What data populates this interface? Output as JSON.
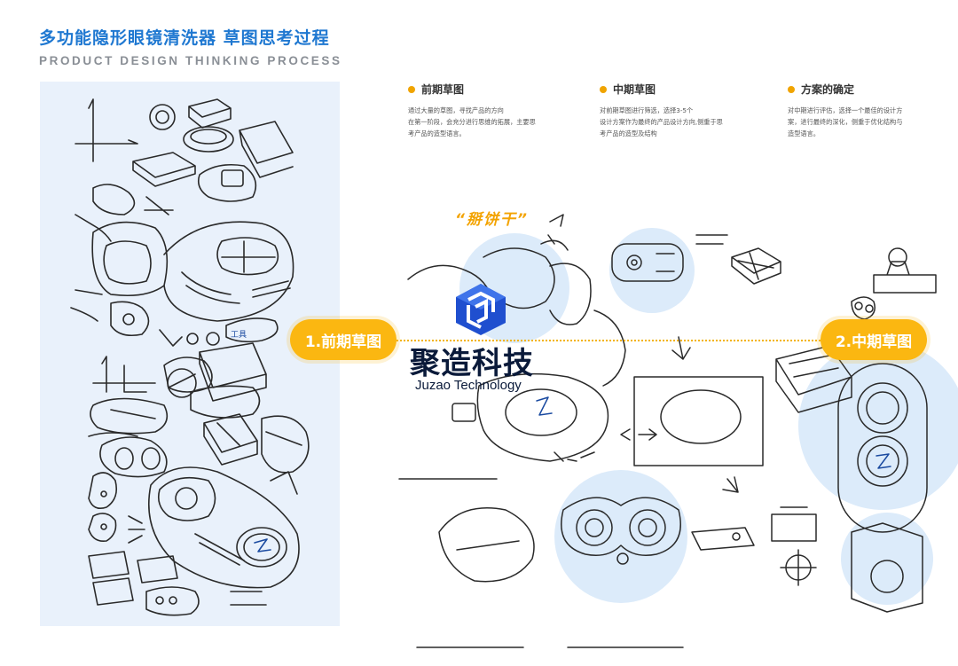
{
  "header": {
    "title": "多功能隐形眼镜清洗器  草图思考过程",
    "subtitle": "PRODUCT DESIGN THINKING PROCESS"
  },
  "cards": [
    {
      "title": "前期草图",
      "lines": [
        "通过大量的草图，寻找产品的方向",
        "在第一阶段，会充分进行思维的拓展，主要思",
        "考产品的造型语言。"
      ]
    },
    {
      "title": "中期草图",
      "lines": [
        "对前期草图进行筛选，选择3-5个",
        "设计方案作为最终的产品设计方向,侧重于思",
        "考产品的造型及结构"
      ]
    },
    {
      "title": "方案的确定",
      "lines": [
        "对中期进行评估，选择一个最佳的设计方",
        "案，进行最终的深化，侧重于优化结构与",
        "造型语言。"
      ]
    }
  ],
  "nickname": "“掰饼干”",
  "stages": {
    "stage1": "1.前期草图",
    "stage2": "2.中期草图"
  },
  "watermark": {
    "cn": "聚造科技",
    "en": "Juzao Technology"
  },
  "colors": {
    "title_blue": "#1f78d1",
    "accent_yellow": "#fbb711",
    "panel_bg": "#e9f1fb"
  }
}
